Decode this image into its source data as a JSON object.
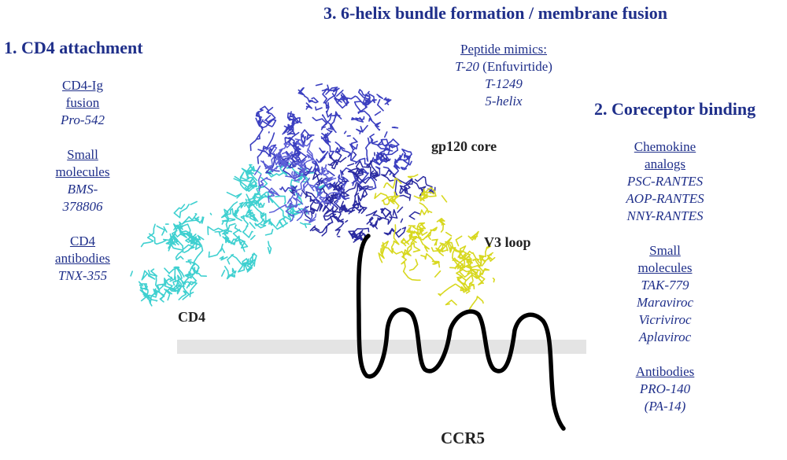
{
  "colors": {
    "heading": "#1f2f8a",
    "text": "#1f2f8a",
    "label": "#222222",
    "gp120": "#3b3fc0",
    "cd4": "#3fd0d0",
    "v3": "#d8d820",
    "membrane": "#e4e4e4",
    "ccr5": "#000000"
  },
  "headings": {
    "cd4_attachment": "1. CD4 attachment",
    "helix_bundle": "3. 6-helix bundle formation / membrane fusion",
    "coreceptor": "2. Coreceptor binding"
  },
  "left_column": {
    "cd4ig_line1": "CD4-Ig",
    "cd4ig_line2": "fusion",
    "pro542": "Pro-542",
    "small_line1": "Small",
    "small_line2": "molecules",
    "bms_line1": "BMS-",
    "bms_line2": "378806",
    "ab_line1": "CD4",
    "ab_line2": "antibodies",
    "tnx": "TNX-355"
  },
  "top_column": {
    "peptide_mimics": "Peptide mimics:",
    "t20": "T-20",
    "enfuvirtide": "(Enfuvirtide)",
    "t1249": "T-1249",
    "five_helix": "5-helix"
  },
  "right_column": {
    "chemokine_line1": "Chemokine",
    "chemokine_line2": "analogs",
    "psc": "PSC-RANTES",
    "aop": "AOP-RANTES",
    "nny": "NNY-RANTES",
    "small_line1": "Small",
    "small_line2": "molecules",
    "tak": "TAK-779",
    "maraviroc": "Maraviroc",
    "vicriviroc": "Vicriviroc",
    "aplaviroc": "Aplaviroc",
    "antibodies": "Antibodies",
    "pro140": "PRO-140",
    "pa14": "(PA-14)"
  },
  "labels": {
    "gp120": "gp120 core",
    "v3": "V3 loop",
    "cd4": "CD4",
    "ccr5": "CCR5"
  }
}
